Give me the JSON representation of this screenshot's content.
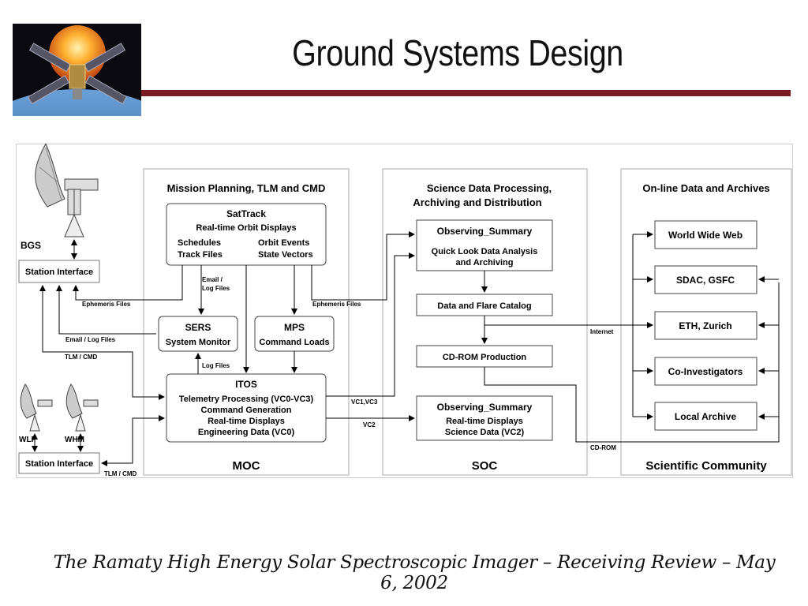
{
  "slide": {
    "title": "Ground Systems Design",
    "footer": "The Ramaty High Energy Solar Spectroscopic Imager – Receiving Review – May 6, 2002"
  },
  "colors": {
    "accent_rule": "#7a1a22",
    "sun": "#f6a020",
    "earth": "#3a78b8"
  },
  "icons": {
    "logo": "spacecraft-over-sun-image",
    "antenna": "satellite-dish-antenna"
  },
  "diagram": {
    "ground_stations": {
      "bgs_label": "BGS",
      "wlp_label": "WLP",
      "whm_label": "WHM",
      "station_interface_top": "Station Interface",
      "station_interface_bottom": "Station Interface"
    },
    "moc": {
      "heading": "Mission Planning, TLM and CMD",
      "footer_label": "MOC",
      "sattrack": {
        "title": "SatTrack",
        "subtitle": "Real-time Orbit Displays",
        "col1_line1": "Schedules",
        "col1_line2": "Track Files",
        "col2_line1": "Orbit Events",
        "col2_line2": "State Vectors"
      },
      "sers": {
        "title": "SERS",
        "subtitle": "System Monitor"
      },
      "mps": {
        "title": "MPS",
        "subtitle": "Command Loads"
      },
      "itos": {
        "title": "ITOS",
        "lines": [
          "Telemetry Processing (VC0-VC3)",
          "Command Generation",
          "Real-time Displays",
          "Engineering Data (VC0)"
        ]
      }
    },
    "soc": {
      "heading_line1": "Science Data Processing,",
      "heading_line2": "Archiving and Distribution",
      "footer_label": "SOC",
      "obs_summary_1": {
        "title": "Observing_Summary",
        "line1": "Quick Look Data Analysis",
        "line2": "and Archiving"
      },
      "flare_catalog": "Data and Flare Catalog",
      "cdrom_production": "CD-ROM Production",
      "obs_summary_2": {
        "title": "Observing_Summary",
        "line1": "Real-time Displays",
        "line2": "Science Data (VC2)"
      }
    },
    "community": {
      "heading": "On-line Data and Archives",
      "footer_label": "Scientific Community",
      "boxes": [
        "World Wide Web",
        "SDAC, GSFC",
        "ETH, Zurich",
        "Co-Investigators",
        "Local Archive"
      ]
    },
    "flow_labels": {
      "ephemeris_left": "Ephemeris Files",
      "ephemeris_right": "Ephemeris Files",
      "email_log_files_1": "Email /",
      "email_log_files_2": "Log Files",
      "email_log_left": "Email / Log Files",
      "tlm_cmd_upper": "TLM / CMD",
      "tlm_cmd_lower": "TLM / CMD",
      "log_files": "Log Files",
      "vc1_vc3": "VC1,VC3",
      "vc2": "VC2",
      "internet": "Internet",
      "cdrom": "CD-ROM"
    }
  }
}
